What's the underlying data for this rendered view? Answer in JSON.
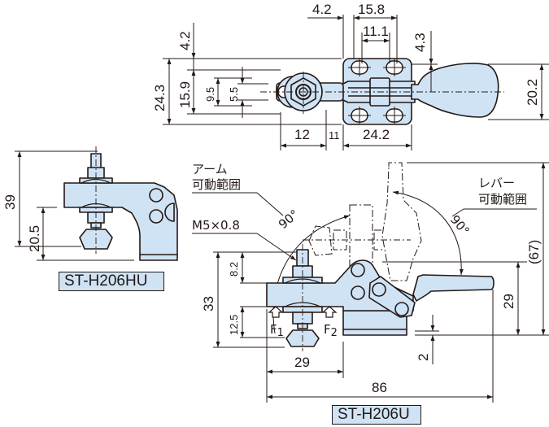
{
  "colors": {
    "part_fill": "#cfe3f5",
    "line": "#231815",
    "background": "#ffffff"
  },
  "models": {
    "hu": "ST-H206HU",
    "u": "ST-H206U"
  },
  "top_view": {
    "dims": {
      "d4_2_horizontal": "4.2",
      "d15_8": "15.8",
      "d11_1": "11.1",
      "d4_3": "4.3",
      "d4_2_vertical": "4.2",
      "d24_3": "24.3",
      "d15_9": "15.9",
      "d9_5": "9.5",
      "d5_5": "5.5",
      "d12": "12",
      "d11": "11",
      "d24_2": "24.2",
      "d20_2": "20.2"
    }
  },
  "hu_view": {
    "dims": {
      "d39": "39",
      "d20_5": "20.5"
    }
  },
  "u_view": {
    "arm_range_label_line1": "アーム",
    "arm_range_label_line2": "可動範囲",
    "lever_range_label_line1": "レバー",
    "lever_range_label_line2": "可動範囲",
    "arm_angle": "90°",
    "lever_angle": "90°",
    "thread": "M5×0.8",
    "force1": "F",
    "force1_sub": "1",
    "force2": "F",
    "force2_sub": "2",
    "dims": {
      "d8_2": "8.2",
      "d33": "33",
      "d12_5": "12.5",
      "d29_horizontal": "29",
      "d86": "86",
      "d29_vertical": "29",
      "d67": "(67)",
      "d2": "2"
    }
  }
}
